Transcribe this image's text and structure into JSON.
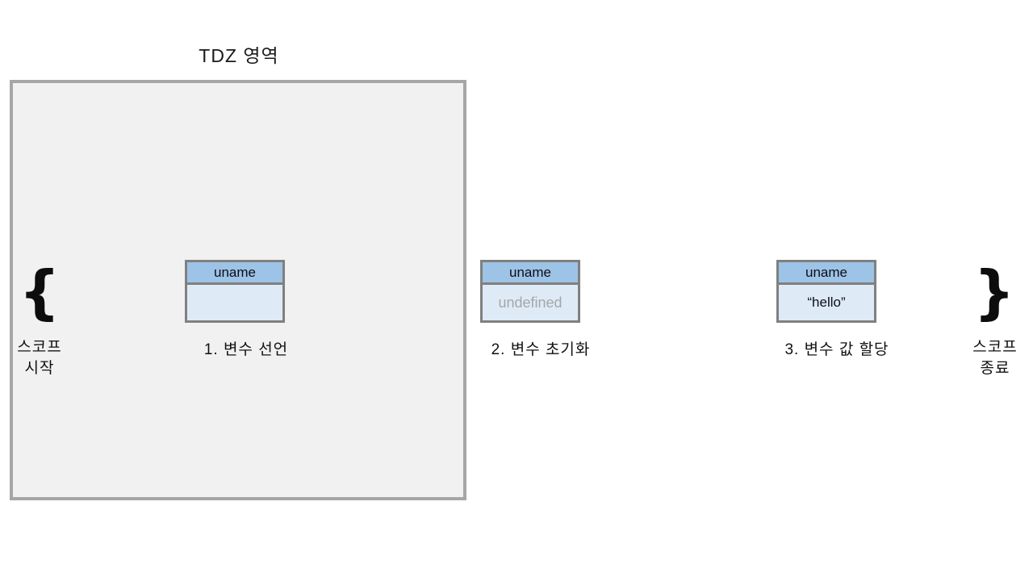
{
  "title": "TDZ 영역",
  "colors": {
    "tdz_fill": "#f1f1f2",
    "tdz_border": "#a6a6a6",
    "cell_border": "#808080",
    "header_fill": "#9dc3e6",
    "value_fill": "#deebf7",
    "muted_text": "#a6a6a6"
  },
  "scope_start": {
    "brace": "{",
    "label": "스코프\n시작"
  },
  "scope_end": {
    "brace": "}",
    "label": "스코프\n종료"
  },
  "steps": [
    {
      "var_name": "uname",
      "value": "",
      "caption": "1. 변수 선언"
    },
    {
      "var_name": "uname",
      "value": "undefined",
      "caption": "2. 변수 초기화"
    },
    {
      "var_name": "uname",
      "value": "“hello”",
      "caption": "3. 변수 값 할당"
    }
  ]
}
